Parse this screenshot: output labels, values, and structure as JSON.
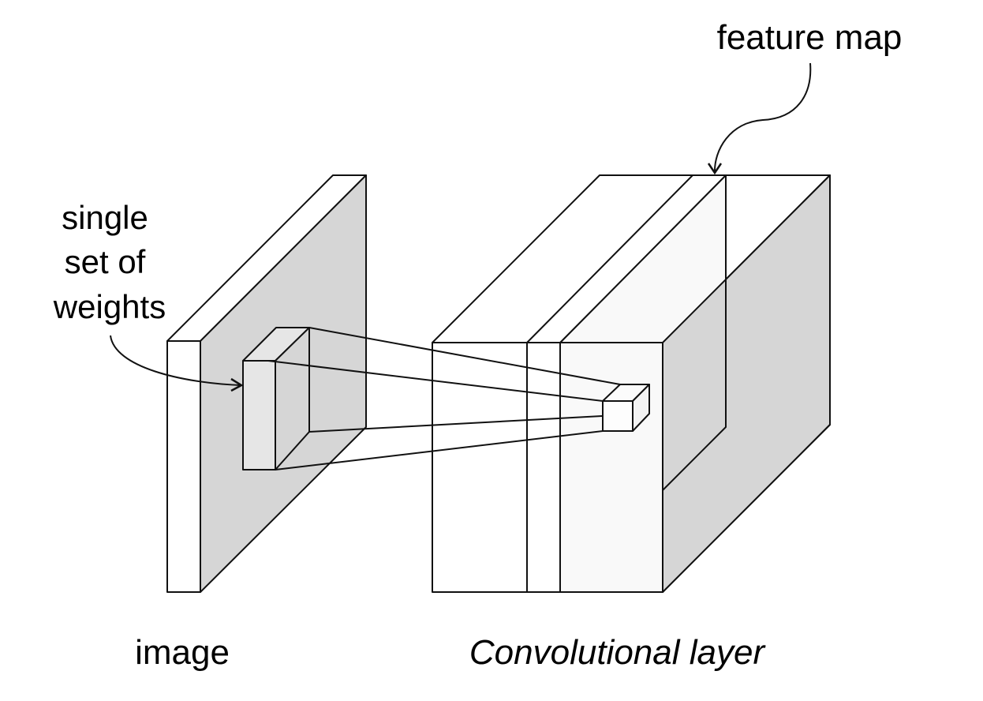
{
  "labels": {
    "feature_map": "feature map",
    "weights_line1": "single",
    "weights_line2": "set of",
    "weights_line3": "weights",
    "image": "image",
    "conv_layer": "Convolutional layer"
  },
  "colors": {
    "background": "#ffffff",
    "slab_side": "#d6d6d6",
    "slab_front": "#ffffff",
    "filter_face": "#e4e4e4",
    "feature_map_face": "#f9f9f9",
    "stroke": "#111111"
  }
}
